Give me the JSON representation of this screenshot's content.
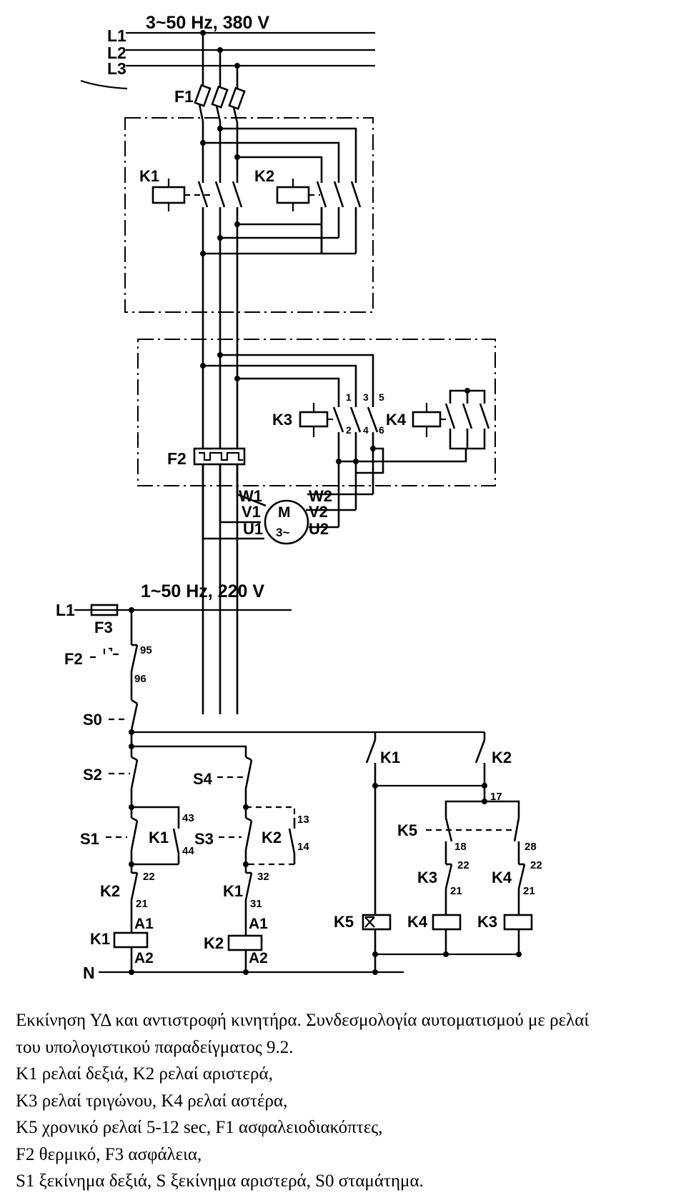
{
  "power_circuit": {
    "supply_label": "3~50 Hz, 380 V",
    "phases": [
      "L1",
      "L2",
      "L3"
    ],
    "fuse_label": "F1",
    "contactors": [
      "K1",
      "K2",
      "K3",
      "K4"
    ],
    "thermal_label": "F2",
    "terminals_top": [
      "1",
      "3",
      "5"
    ],
    "terminals_bottom": [
      "2",
      "4",
      "6"
    ],
    "motor": {
      "label": "M",
      "type": "3~",
      "windings_left": [
        "W1",
        "V1",
        "U1"
      ],
      "windings_right": [
        "W2",
        "V2",
        "U2"
      ]
    }
  },
  "control_circuit": {
    "supply_label": "1~50 Hz, 220 V",
    "line": "L1",
    "neutral": "N",
    "fuse": "F3",
    "thermal": "F2",
    "thermal_contacts": [
      "95",
      "96"
    ],
    "stop_button": "S0",
    "buttons": [
      "S2",
      "S4",
      "S1",
      "S3"
    ],
    "aux_contacts": {
      "k1_hold": {
        "label": "K1",
        "a": "43",
        "b": "44"
      },
      "k2_hold": {
        "label": "K2",
        "a": "13",
        "b": "14"
      },
      "k2_interlock": {
        "label": "K2",
        "a": "22",
        "b": "21"
      },
      "k1_interlock": {
        "label": "K1",
        "a": "32",
        "b": "31"
      },
      "k1_no": "K1",
      "k2_no": "K2",
      "k5_timer": {
        "label": "K5",
        "node": "17",
        "a": "18",
        "b": "28"
      },
      "k3_nc": {
        "label": "K3",
        "a": "22",
        "b": "21"
      },
      "k4_nc": {
        "label": "K4",
        "a": "22",
        "b": "21"
      }
    },
    "coils": [
      {
        "label": "K1",
        "a1": "A1",
        "a2": "A2"
      },
      {
        "label": "K2",
        "a1": "A1",
        "a2": "A2"
      },
      {
        "label": "K5"
      },
      {
        "label": "K4"
      },
      {
        "label": "K3"
      }
    ]
  },
  "caption": {
    "lines": [
      "Εκκίνηση ΥΔ και αντιστροφή κινητήρα. Συνδεσμολογία αυτοματισμού με ρελαί",
      "του υπολογιστικού παραδείγματος 9.2.",
      "K1 ρελαί δεξιά, K2 ρελαί αριστερά,",
      "K3 ρελαί τριγώνου, K4 ρελαί αστέρα,",
      "K5 χρονικό ρελαί 5-12 sec, F1 ασφαλειοδιακόπτες,",
      "F2 θερμικό, F3 ασφάλεια,",
      "S1 ξεκίνημα δεξιά, S   ξεκίνημα αριστερά, S0 σταμάτημα."
    ]
  }
}
